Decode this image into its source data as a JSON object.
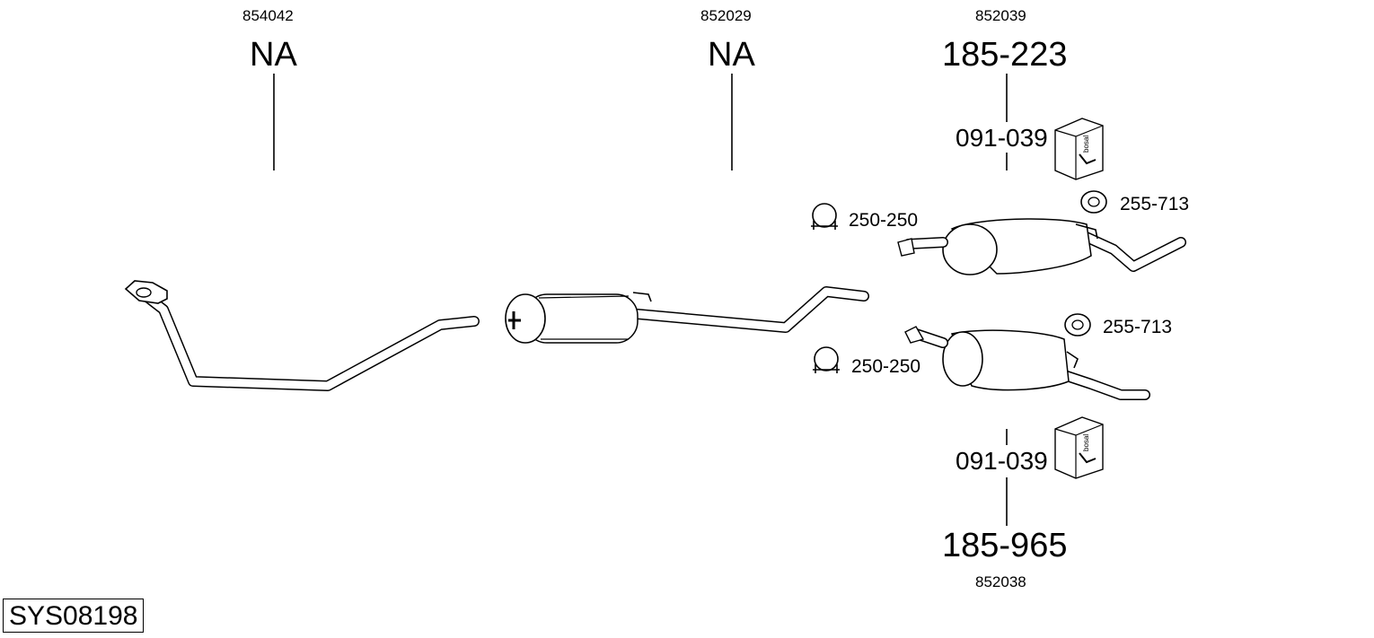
{
  "system_code": "SYS08198",
  "parts": [
    {
      "oe": "854042",
      "ref": "NA"
    },
    {
      "oe": "852029",
      "ref": "NA"
    },
    {
      "oe": "852039",
      "ref": "185-223"
    },
    {
      "oe": "852038",
      "ref": "185-965"
    }
  ],
  "mounting_kits": [
    {
      "code": "091-039"
    },
    {
      "code": "091-039"
    }
  ],
  "clamps": [
    {
      "code": "250-250"
    },
    {
      "code": "250-250"
    }
  ],
  "rubbers": [
    {
      "code": "255-713"
    },
    {
      "code": "255-713"
    }
  ],
  "kit_box_text": "bosal"
}
